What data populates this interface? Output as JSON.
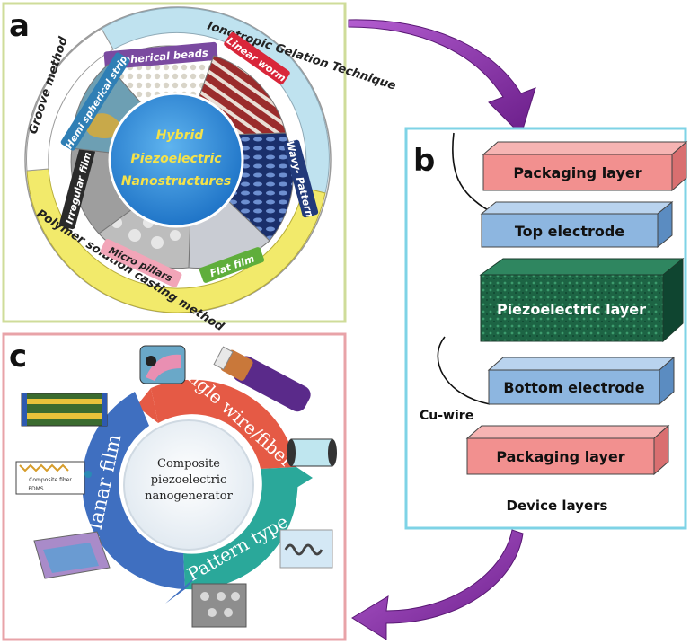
{
  "panels": {
    "a": {
      "label": "a",
      "center_lines": [
        "Hybrid",
        "Piezoelectric",
        "Nanostructures"
      ],
      "methods": {
        "ionotropic": "Ionotropic Gelation Technique",
        "groove": "Groove method",
        "polymer": "Polymer solution casting method"
      },
      "segments": [
        "Spherical beads",
        "Linear worm",
        "Wavy- Pattern",
        "Flat film",
        "Micro pillars",
        "Irregular film",
        "Hemi spherical strip"
      ]
    },
    "b": {
      "label": "b",
      "layers": [
        "Packaging layer",
        "Top electrode",
        "Piezoelectric layer",
        "Bottom electrode",
        "Packaging layer"
      ],
      "cu_wire": "Cu-wire",
      "caption": "Device layers"
    },
    "c": {
      "label": "c",
      "center_lines": [
        "Composite",
        "piezoelectric",
        "nanogenerator"
      ],
      "arcs": [
        "Single wire/fiber",
        "Pattern type",
        "Planar film"
      ],
      "inset_text": "Composite fiber",
      "inset_text2": "PDMS"
    }
  },
  "colors": {
    "panel_a_border": "#cfdc9a",
    "panel_b_border": "#7ed3e6",
    "panel_c_border": "#e8a3a8",
    "arrow_purple": "#8a2aa8",
    "packaging": "#f2908f",
    "electrode": "#8db6e0",
    "piezo": "#1f6b4b",
    "ring_blue": "#bfe2ef",
    "ring_yellow": "#f2ea6b",
    "arc_red": "#e55a45",
    "arc_teal": "#2aa89a",
    "arc_blue": "#3f6fc0"
  }
}
